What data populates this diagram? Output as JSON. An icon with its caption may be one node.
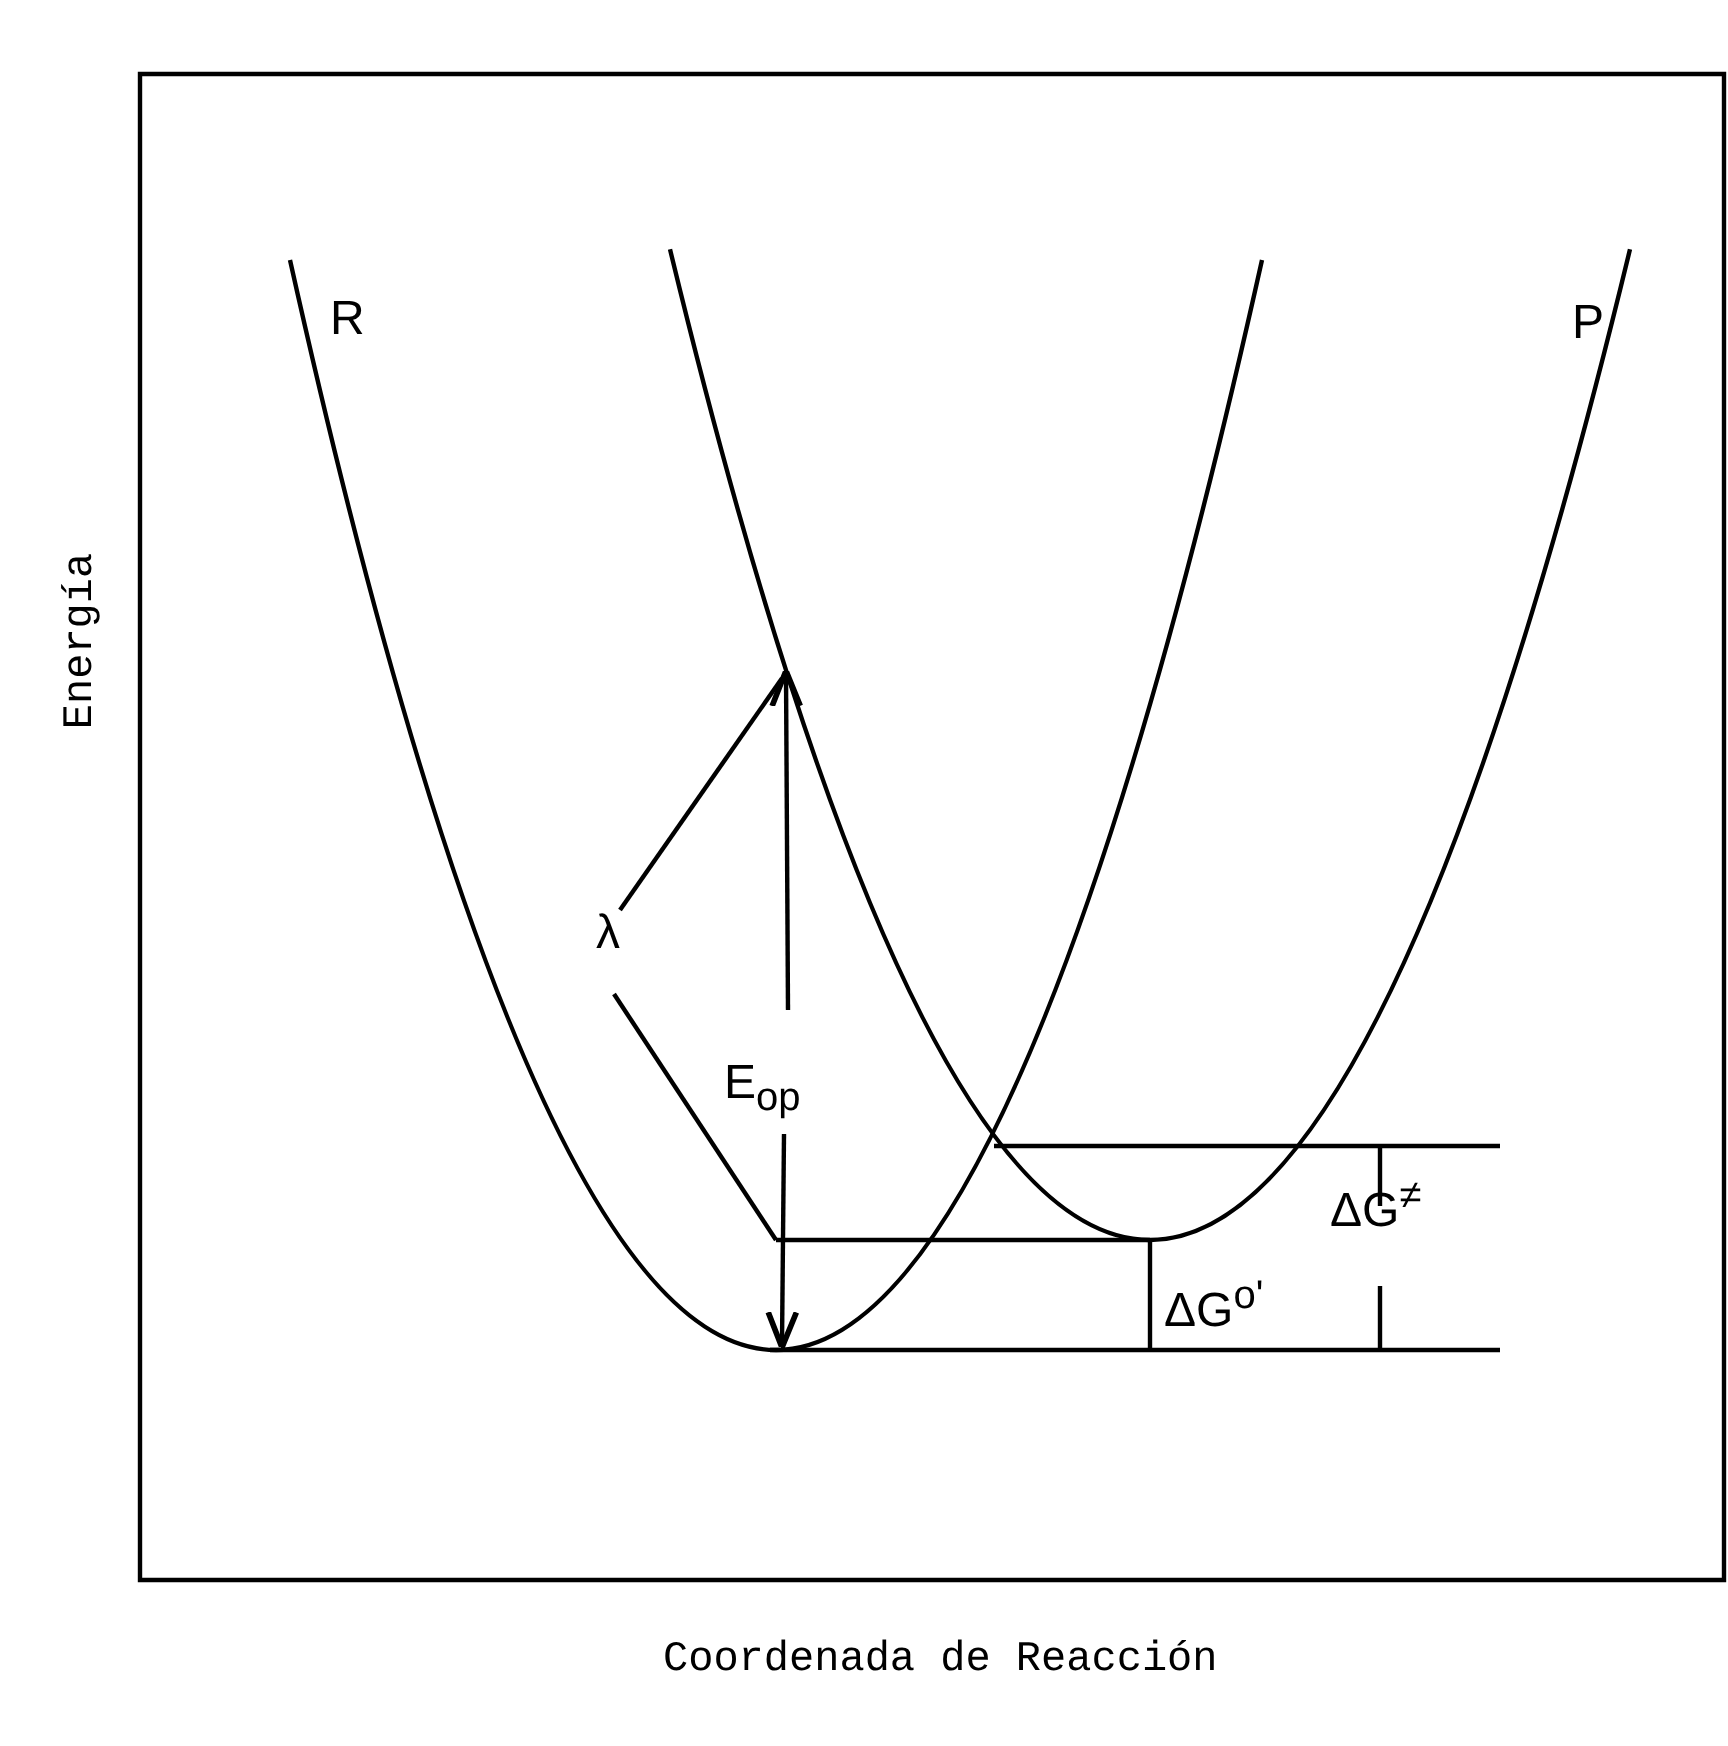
{
  "diagram": {
    "labels": [
      "R",
      "P",
      "λ",
      "E$_{op}$",
      "ΔG$^{o'}$",
      "ΔG$^{≠}$",
      "Energía",
      "Coordenada de Reacción"
    ]
  }
}
